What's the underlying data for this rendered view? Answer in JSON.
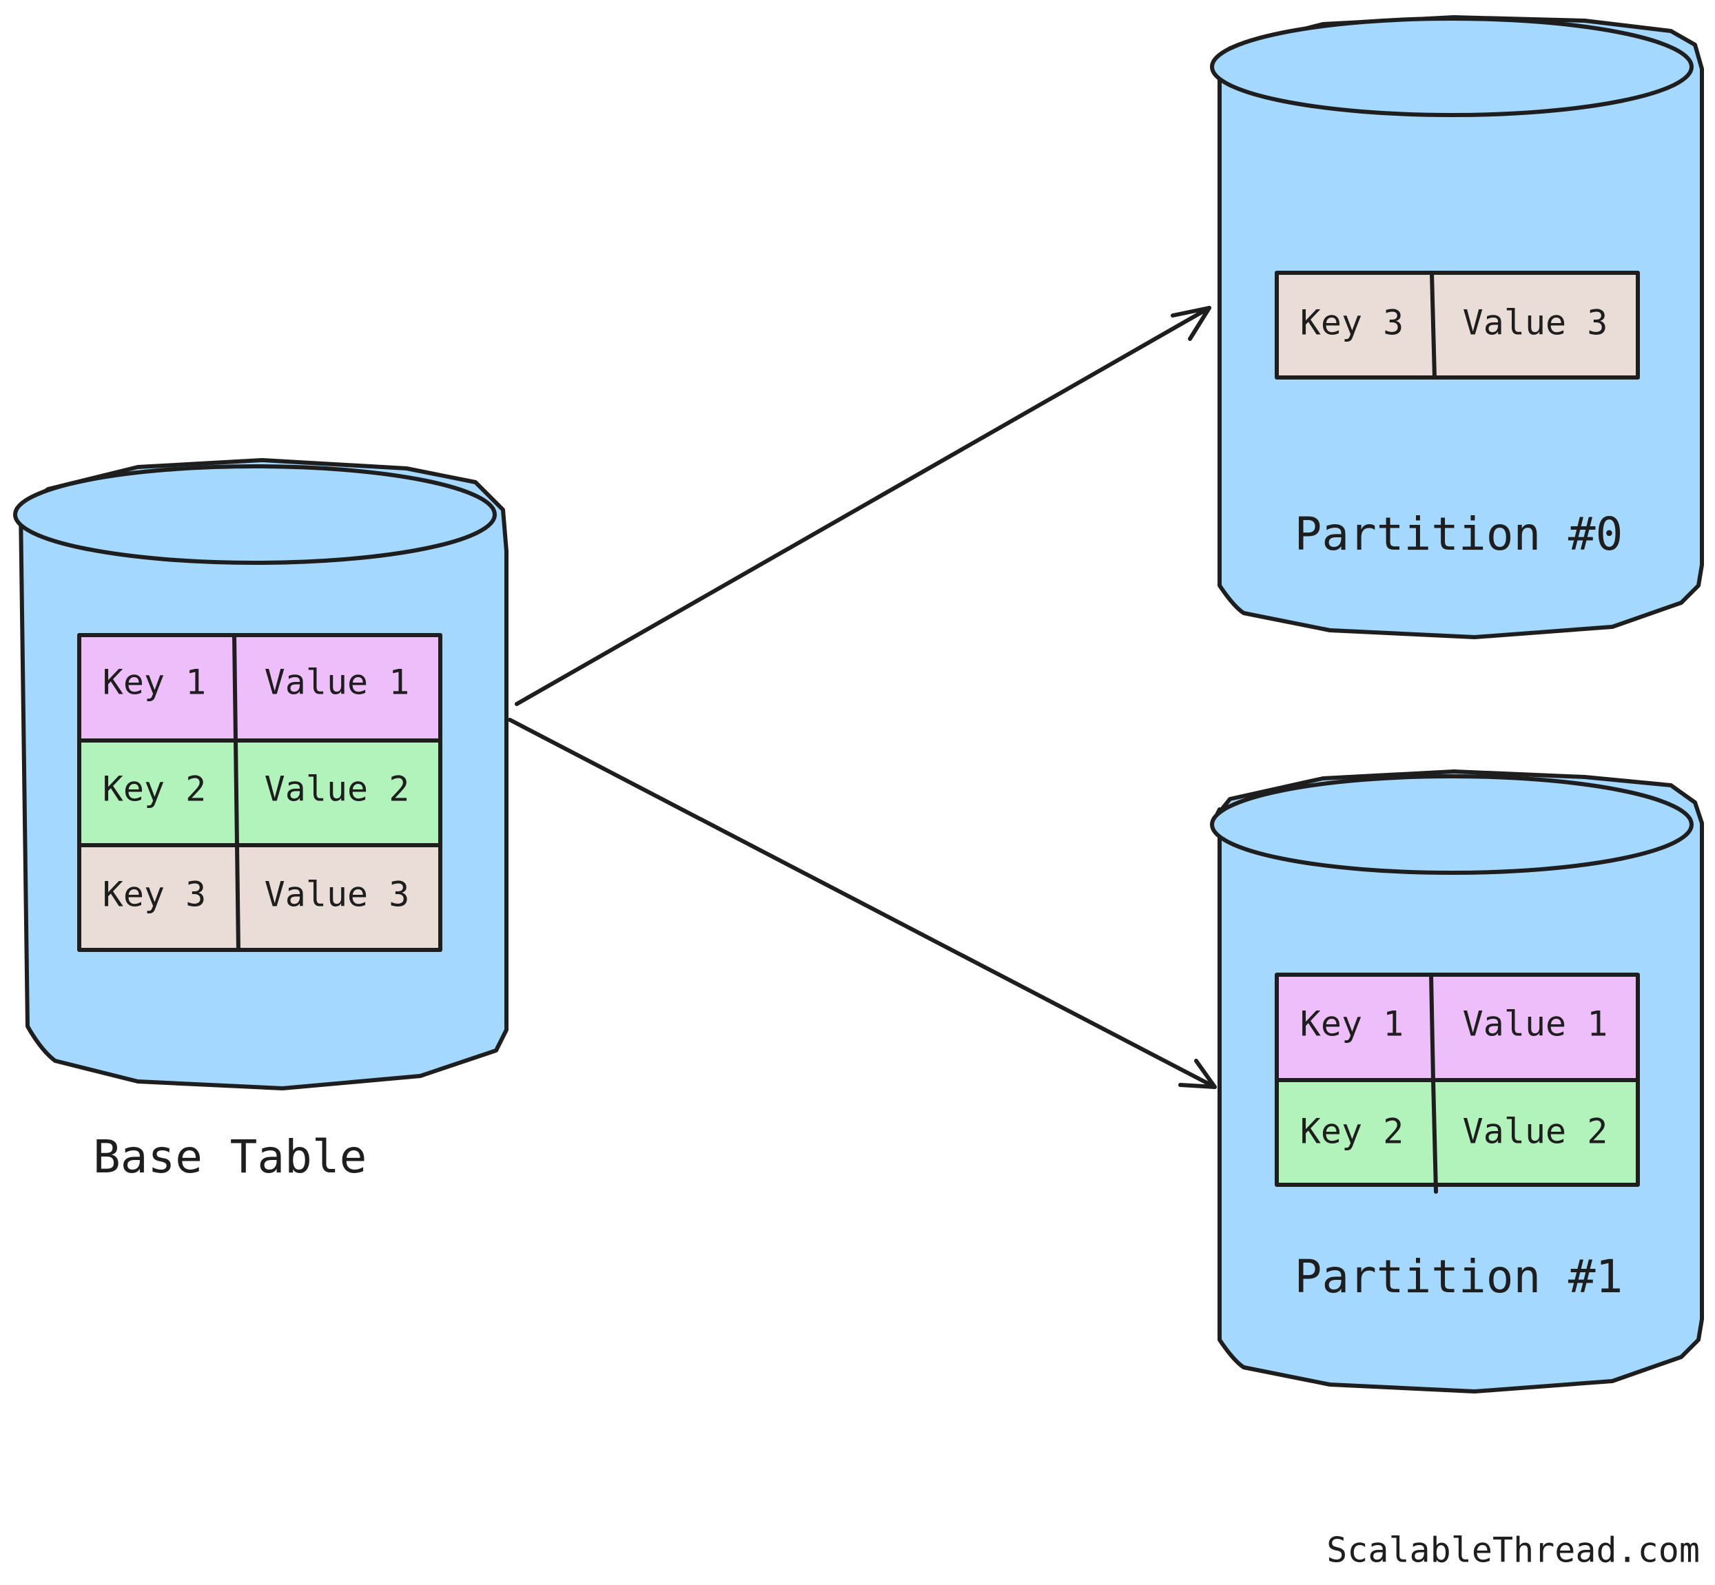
{
  "colors": {
    "cylinder": "#a5d8ff",
    "stroke": "#1e1e1e",
    "row1": "#eebefa",
    "row2": "#b2f2bb",
    "row3": "#eaddd7"
  },
  "base": {
    "label": "Base Table",
    "rows": [
      {
        "key": "Key 1",
        "value": "Value 1"
      },
      {
        "key": "Key 2",
        "value": "Value 2"
      },
      {
        "key": "Key 3",
        "value": "Value 3"
      }
    ]
  },
  "partition0": {
    "label": "Partition #0",
    "rows": [
      {
        "key": "Key 3",
        "value": "Value 3"
      }
    ]
  },
  "partition1": {
    "label": "Partition #1",
    "rows": [
      {
        "key": "Key 1",
        "value": "Value 1"
      },
      {
        "key": "Key 2",
        "value": "Value 2"
      }
    ]
  },
  "footer": {
    "text": "ScalableThread.com"
  }
}
